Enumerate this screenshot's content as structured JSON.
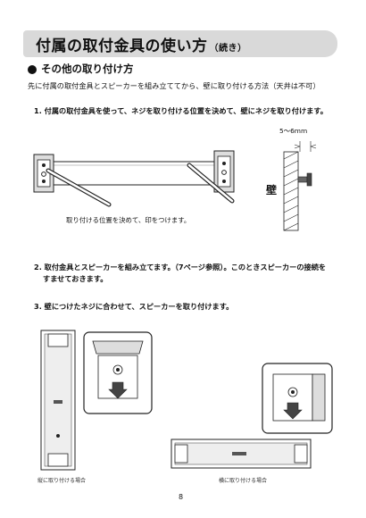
{
  "header": {
    "title": "付属の取付金具の使い方",
    "title_suffix": "（続き）"
  },
  "section": {
    "heading": "その他の取り付け方",
    "intro": "先に付属の取付金具とスピーカーを組み立ててから、壁に取り付ける方法（天井は不可）"
  },
  "steps": [
    {
      "label": "1. 付属の取付金具を使って、ネジを取り付ける位置を決めて、壁にネジを取り付けます。"
    },
    {
      "label": "2. 取付金具とスピーカーを組み立てます。（7ページ参照）。このときスピーカーの接続を",
      "label_line2": "すませておきます。"
    },
    {
      "label": "3. 壁につけたネジに合わせて、スピーカーを取り付けます。"
    }
  ],
  "figure1": {
    "caption": "取り付ける位置を決めて、印をつけます。",
    "dimension": "5～6mm",
    "wall_label": "壁"
  },
  "figure3": {
    "vertical_caption": "縦に取り付ける場合",
    "horizontal_caption": "横に取り付ける場合"
  },
  "page_number": "8"
}
